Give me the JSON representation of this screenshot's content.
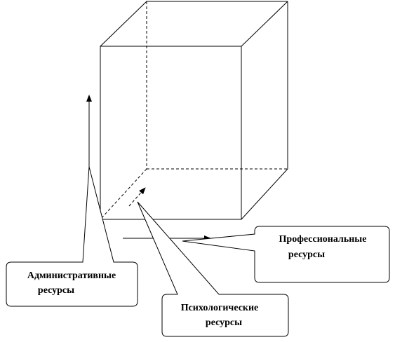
{
  "labels": {
    "administrative_line1": "Административные",
    "administrative_line2": "ресурсы",
    "psychological_line1": "Психологические",
    "psychological_line2": "ресурсы",
    "professional_line1": "Профессиональные",
    "professional_line2": "ресурсы"
  }
}
